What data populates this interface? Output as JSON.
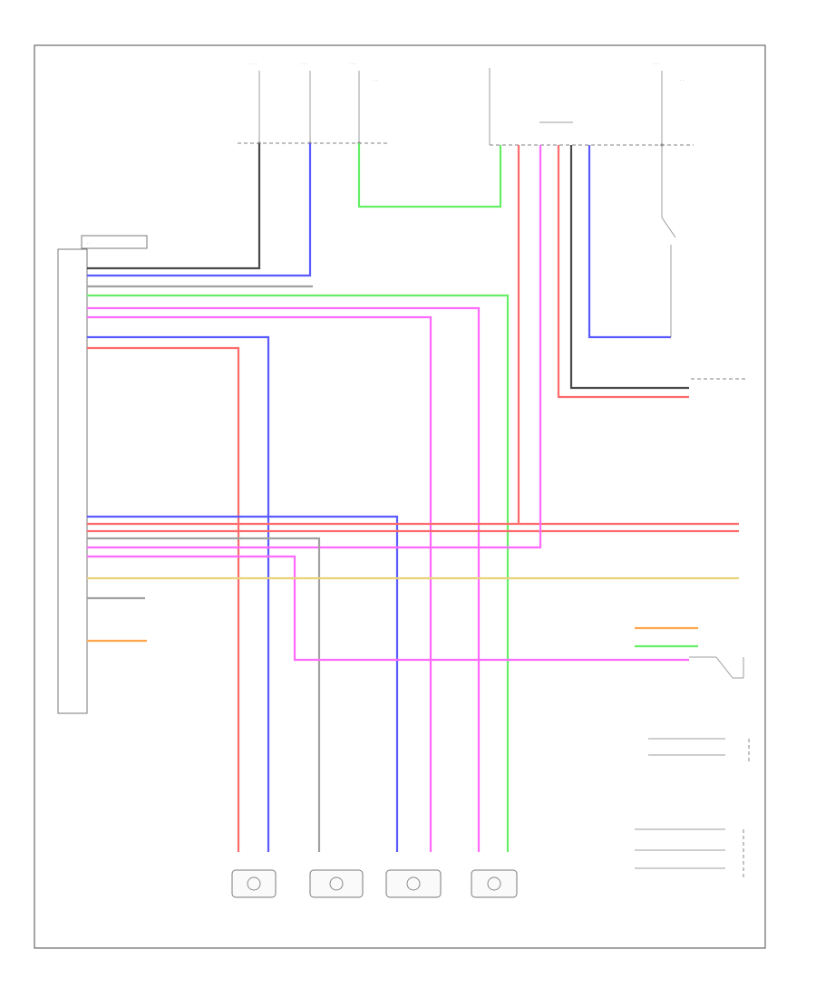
{
  "diagram": {
    "footer_code": "",
    "ecu_caption": "",
    "sensors": [
      {
        "id": "front-right-speed-sensor",
        "caption": ""
      },
      {
        "id": "rear-right-speed-sensor",
        "caption": ""
      },
      {
        "id": "front-left-speed-sensor",
        "caption": ""
      },
      {
        "id": "rear-left-speed-sensor",
        "caption": ""
      }
    ],
    "top_connectors": [
      "",
      "",
      "",
      ""
    ],
    "right_captions": {
      "stop_lamp_switch": "",
      "brake_actuator": "",
      "combination_meter": "",
      "vsc_off_switch": ""
    },
    "wire_colors": {
      "black": "#4a4a4a",
      "blue": "#5a5aff",
      "green": "#66ee66",
      "red": "#ff6a6a",
      "pink": "#ff6aff",
      "orange": "#ffa64d",
      "yellow": "#e8d27a",
      "gray": "#a0a0a0"
    }
  }
}
